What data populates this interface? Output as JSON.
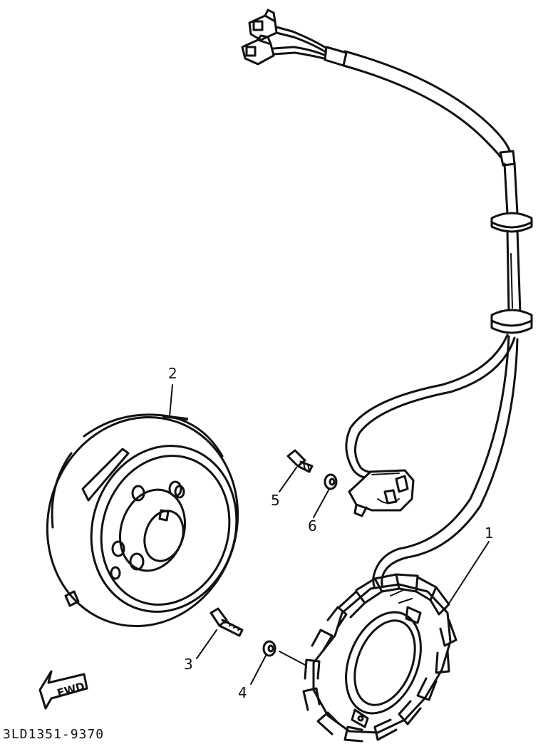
{
  "callouts": [
    {
      "id": "1",
      "label": "1"
    },
    {
      "id": "2",
      "label": "2"
    },
    {
      "id": "3",
      "label": "3"
    },
    {
      "id": "4",
      "label": "4"
    },
    {
      "id": "5",
      "label": "5"
    },
    {
      "id": "6",
      "label": "6"
    }
  ],
  "direction_arrow": {
    "label": "FWD",
    "icon": "fwd-arrow-icon"
  },
  "diagram_code": "3LD1351-9370",
  "colors": {
    "ink": "#111111",
    "paper": "#ffffff"
  }
}
